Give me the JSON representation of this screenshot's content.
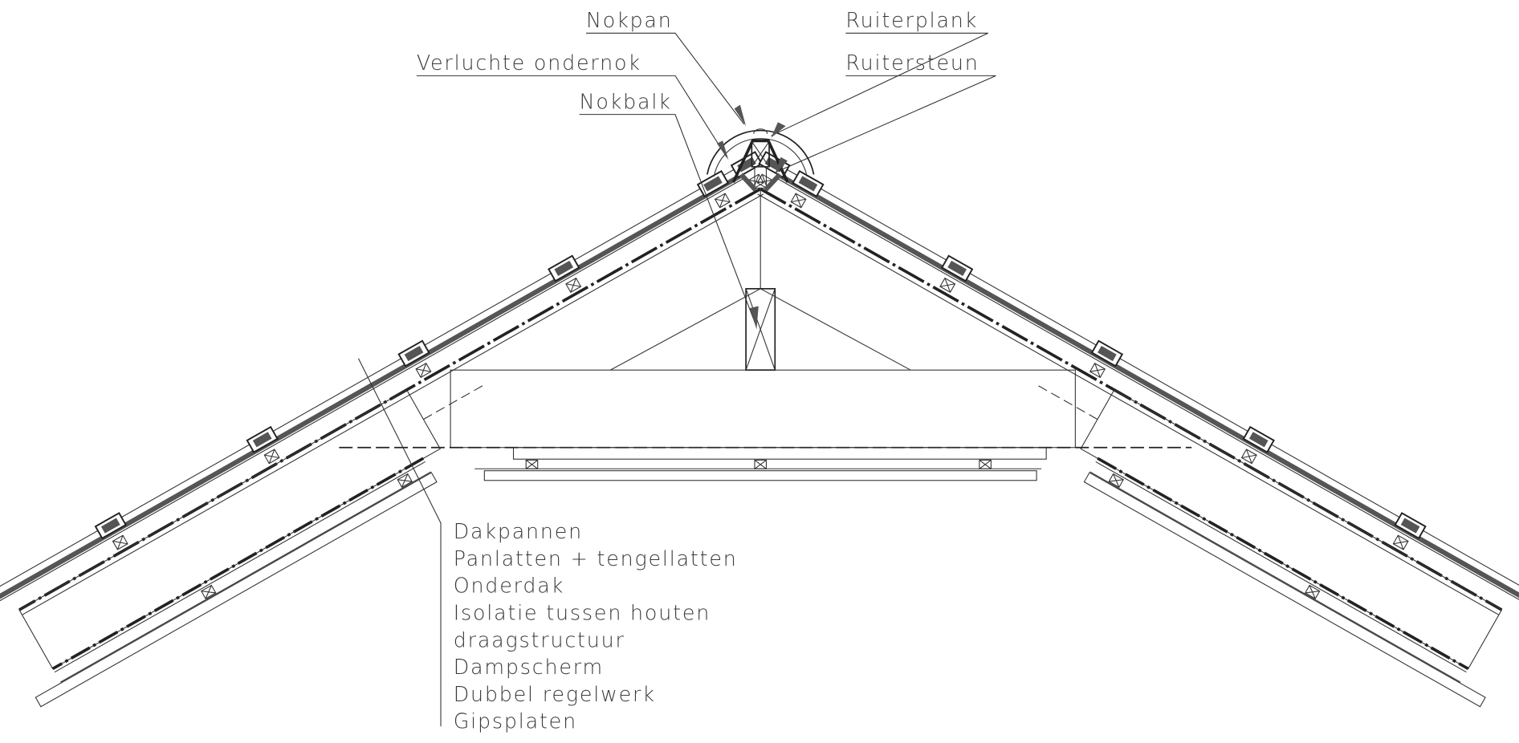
{
  "drawing": {
    "title_labels": {
      "nokpan": "Nokpan",
      "ruiterplank": "Ruiterplank",
      "verluchte_ondernok": "Verluchte ondernok",
      "ruitersteun": "Ruitersteun",
      "nokbalk": "Nokbalk"
    },
    "layer_legend": [
      "Dakpannen",
      "Panlatten + tengellatten",
      "Onderdak",
      "Isolatie tussen houten",
      "draagstructuur",
      "Dampscherm",
      "Dubbel regelwerk",
      "Gipsplaten"
    ],
    "colors": {
      "line": "#222222",
      "tile": "#555555",
      "text": "#3a3a3a",
      "background": "#ffffff"
    }
  }
}
